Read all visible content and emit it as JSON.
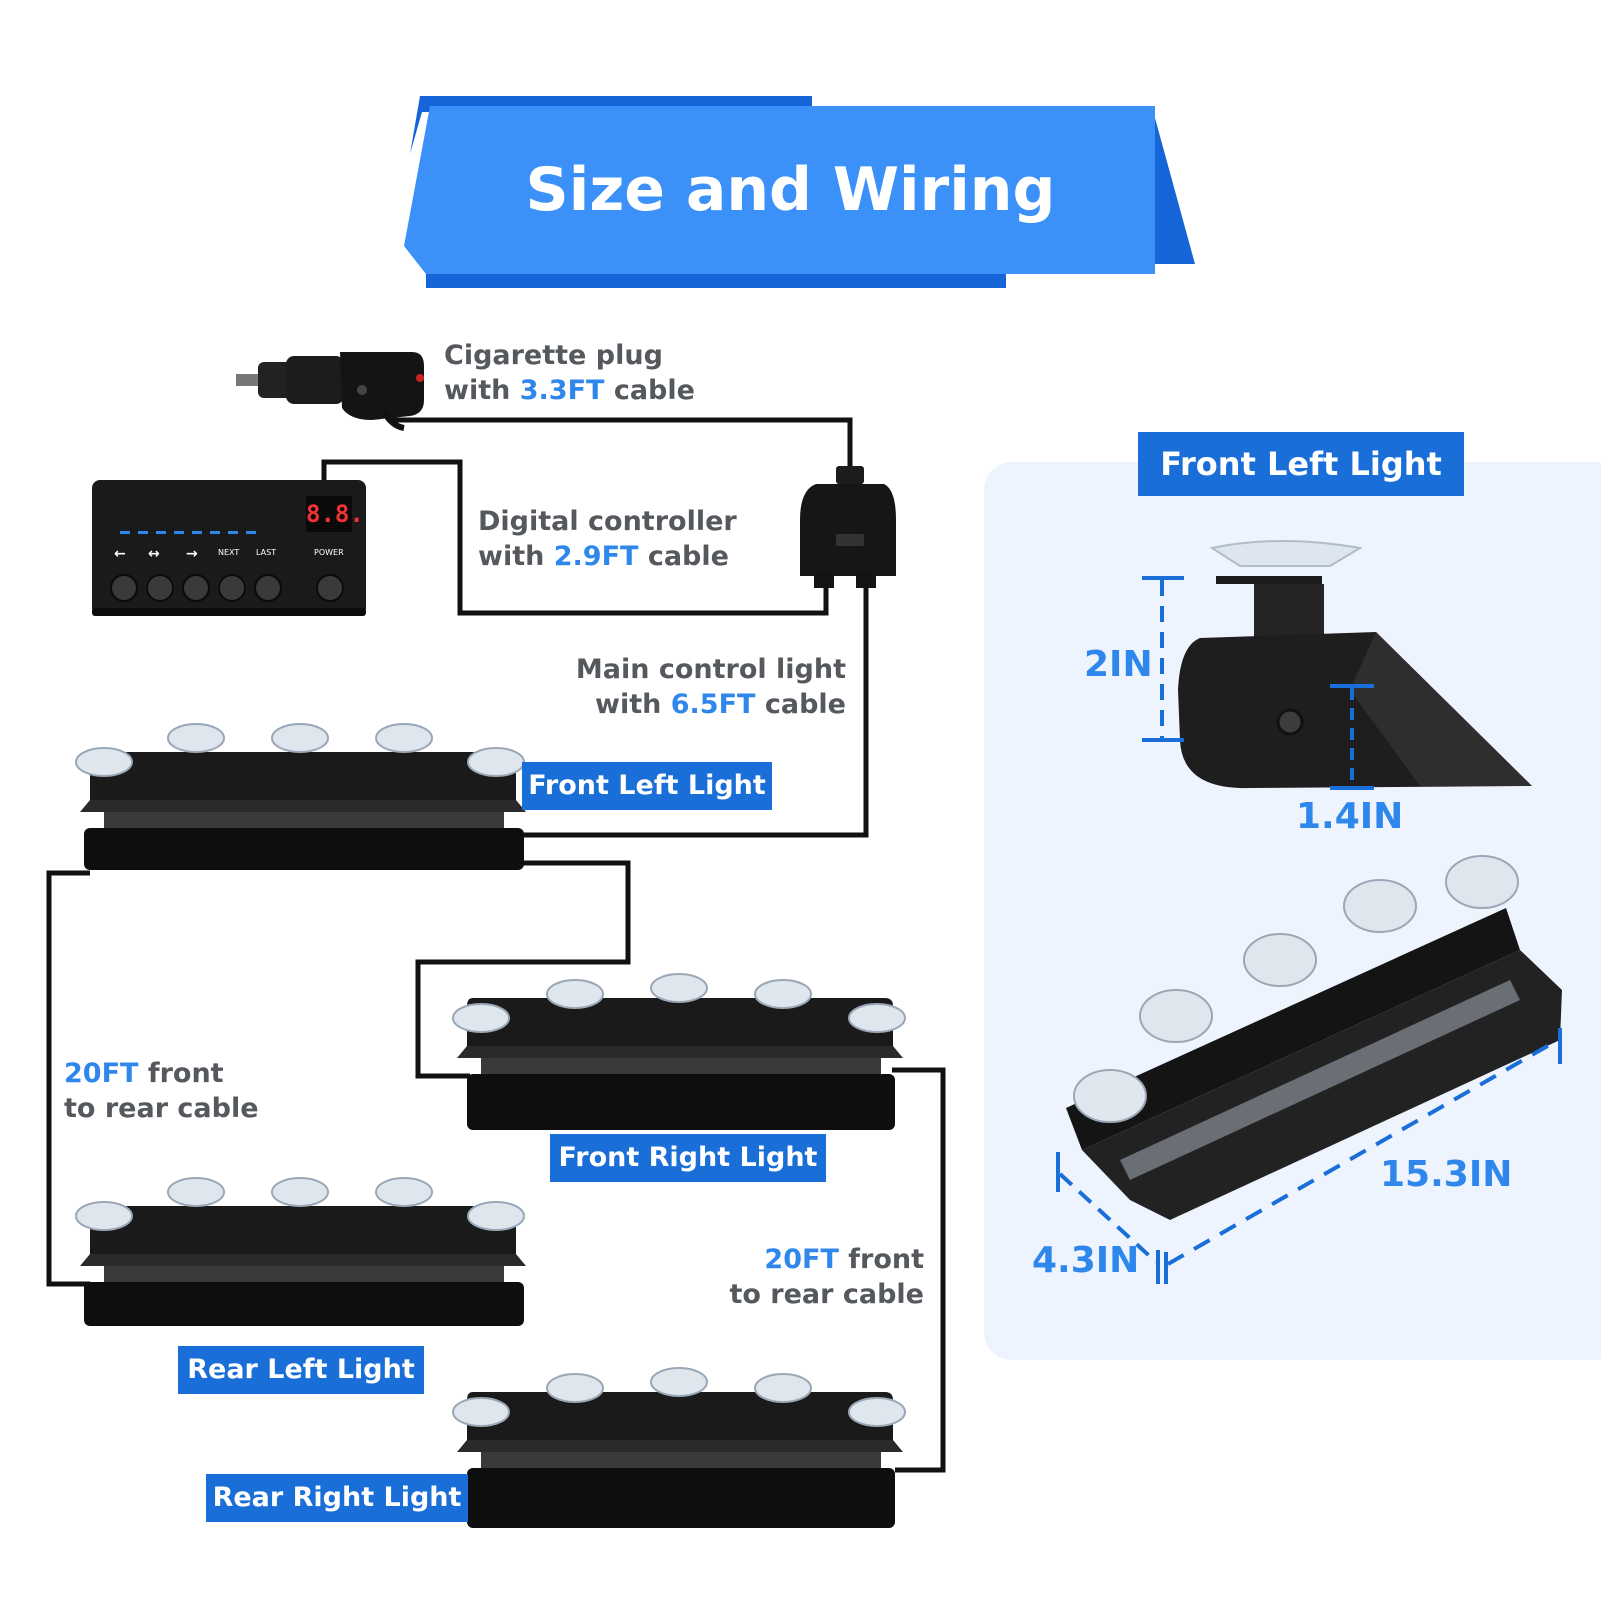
{
  "colors": {
    "banner_light": "#3b91f7",
    "banner_dark": "#1565d8",
    "tag_bg": "#1a6ed8",
    "highlight": "#2f87ec",
    "panel_bg": "#edf4fe",
    "text_gray": "#55595e",
    "wire": "#111111"
  },
  "header": {
    "title": "Size and Wiring"
  },
  "wiring": {
    "cig_plug": {
      "line1": "Cigarette plug",
      "line2_pre": "with ",
      "line2_hl": "3.3FT",
      "line2_post": " cable"
    },
    "controller": {
      "line1": "Digital controller",
      "line2_pre": "with ",
      "line2_hl": "2.9FT",
      "line2_post": " cable",
      "display": "8.8.",
      "button_labels": [
        "NEXT",
        "LAST",
        "POWER"
      ]
    },
    "main": {
      "line1": "Main control light",
      "line2_pre": "with ",
      "line2_hl": "6.5FT",
      "line2_post": " cable"
    },
    "cable_left": {
      "hl": "20FT",
      "line1_post": " front",
      "line2": "to rear cable"
    },
    "cable_right": {
      "hl": "20FT",
      "line1_post": " front",
      "line2": "to rear cable"
    }
  },
  "lights": {
    "front_left": "Front Left Light",
    "front_right": "Front Right Light",
    "rear_left": "Rear Left Light",
    "rear_right": "Rear Right Light"
  },
  "dimension_panel": {
    "title": "Front Left Light",
    "height": "2IN",
    "depth": "1.4IN",
    "length": "15.3IN",
    "width": "4.3IN"
  }
}
